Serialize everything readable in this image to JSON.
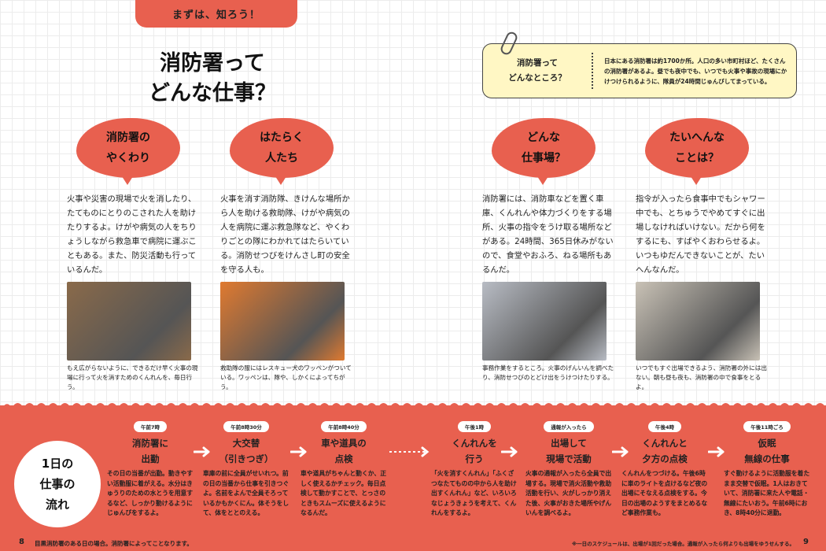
{
  "header": {
    "tab_label": "まずは、知ろう！",
    "title_line1": "消防署って",
    "title_line2": "どんな仕事？"
  },
  "info_box": {
    "question": [
      "消防署って",
      "どんなところ？"
    ],
    "answer": "日本にある消防署は約1700か所。人口の多い市町村ほど、たくさんの消防署があるよ。昼でも夜中でも、いつでも火事や事故の現場にかけつけられるように、隊員が24時間じゅんびしてまっている。"
  },
  "sections": [
    {
      "bubble": [
        "消防署の",
        "やくわり"
      ],
      "text": "火事や災害の現場で火を消したり、たてものにとりのこされた人を助けたりするよ。けがや病気の人をちりょうしながら救急車で病院に運ぶこともある。また、防災活動も行っているんだ。",
      "caption": "もえ広がらないように、できるだけ早く火事の現場に行って火を消すためのくんれんを、毎日行う。",
      "photo_color": "#8a6a4a"
    },
    {
      "bubble": [
        "はたらく",
        "人たち"
      ],
      "text": "火事を消す消防隊、きけんな場所から人を助ける救助隊、けがや病気の人を病院に運ぶ救急隊など、やくわりごとの隊にわかれてはたらいている。消防せつびをけんさし町の安全を守る人も。",
      "caption": "救助隊の服にはレスキュー犬のワッペンがついている。ワッペンは、隊や、しかくによってちがう。",
      "photo_color": "#e07a30"
    },
    {
      "bubble": [
        "どんな",
        "仕事場？"
      ],
      "text": "消防署には、消防車などを置く車庫、くんれんや体力づくりをする場所、火事の指令をうけ取る場所などがある。24時間、365日休みがないので、食堂やおふろ、ねる場所もあるんだ。",
      "caption": "事務作業をするところ。火事のげんいんを調べたり、消防せつびのとどけ出をうけつけたりする。",
      "photo_color": "#b8bcc4"
    },
    {
      "bubble": [
        "たいへんな",
        "ことは？"
      ],
      "text": "指令が入ったら食事中でもシャワー中でも、とちゅうでやめてすぐに出場しなければいけない。だから何をするにも、すばやくおわらせるよ。いつもゆだんできないことが、たいへんなんだ。",
      "caption": "いつでもすぐ出場できるよう、消防署の外には出ない。朝も昼も夜も、消防署の中で食事をとるよ。",
      "photo_color": "#c9c2b6"
    }
  ],
  "timeline": {
    "title": [
      "1日の",
      "仕事の",
      "流れ"
    ],
    "steps": [
      {
        "time": "午前7時",
        "title": [
          "消防署に",
          "出勤"
        ],
        "text": "その日の当番が出勤。動きやすい活動服に着がえる。水分はきゅうりのための水とうを用意するなど、しっかり動けるようにじゅんびをするよ。"
      },
      {
        "time": "午前8時30分",
        "title": [
          "大交替",
          "（引きつぎ）"
        ],
        "text": "車庫の前に全員がせいれつ。前の日の当番から仕事を引きつぐよ。名前をよんで全員そろっているかもかくにん。体そうをして、体をととのえる。"
      },
      {
        "time": "午前8時40分",
        "title": [
          "車や道具の",
          "点検"
        ],
        "text": "車や道具がちゃんと動くか、正しく使えるかチェック。毎日点検して動かすことで、とっさのときもスムーズに使えるようになるんだ。"
      },
      {
        "time": "午後1時",
        "title": [
          "くんれんを",
          "行う"
        ],
        "text": "「火を消すくんれん」「ふくざつなたてものの中から人を助け出すくんれん」など、いろいろなじょうきょうを考えて、くんれんをするよ。"
      },
      {
        "time": "通報が入ったら",
        "title": [
          "出場して",
          "現場で活動"
        ],
        "text": "火事の通報が入ったら全員で出場する。現場で消火活動や救助活動を行い、火がしっかり消えた後、火事がおきた場所やげんいんを調べるよ。"
      },
      {
        "time": "午後4時",
        "title": [
          "くんれんと",
          "夕方の点検"
        ],
        "text": "くんれんをつづける。午後6時に車のライトを点けるなど夜の出場にそなえる点検をする。今日の出場のようすをまとめるなど事務作業も。"
      },
      {
        "time": "午後11時ごろ",
        "title": [
          "仮眠",
          "無線の仕事"
        ],
        "text": "すぐ動けるように活動服を着たまま交替で仮眠。1人はおきていて、消防署に来た人や電話・無線にたいおう。午前6時におき、8時40分に退勤。"
      }
    ]
  },
  "footer": {
    "page_left": "8",
    "note_left": "目黒消防署のある日の場合。消防署によってことなります。",
    "note_right": "※一日のスケジュールは、出場が1回だった場合。通報が入ったら何よりも出場をゆうせんする。",
    "page_right": "9"
  },
  "colors": {
    "accent": "#e8604f",
    "info_bg": "#fff7c4"
  }
}
